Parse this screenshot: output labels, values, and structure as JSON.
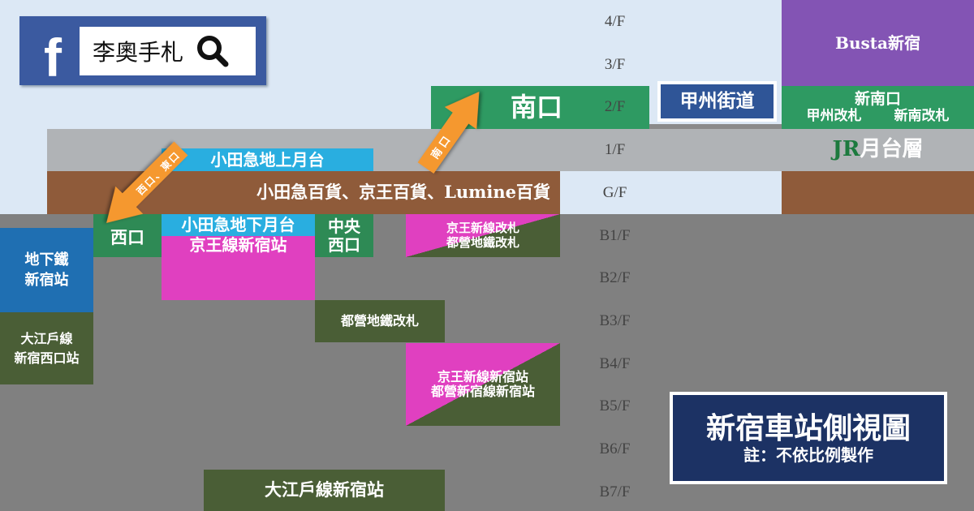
{
  "logo": {
    "search_text": "李奧手札",
    "icons": [
      "facebook-icon",
      "search-icon"
    ]
  },
  "floors": [
    "4/F",
    "3/F",
    "2/F",
    "1/F",
    "G/F",
    "B1/F",
    "B2/F",
    "B3/F",
    "B4/F",
    "B5/F",
    "B6/F",
    "B7/F"
  ],
  "blocks": {
    "south_exit": "南口",
    "koshu_kaido": "甲州街道",
    "busta": "Busta新宿",
    "new_south_exit": "新南口",
    "koshu_gate": "甲州改札",
    "new_south_gate": "新南改札",
    "jr_prefix": "JR",
    "jr_platform": "月台層",
    "odakyu_ground_platform": "小田急地上月台",
    "departments": "小田急百貨、京王百貨、Lumine百貨",
    "west_exit": "西口",
    "odakyu_underground_platform": "小田急地下月台",
    "keio_station": "京王線新宿站",
    "central_west_exit_1": "中央",
    "central_west_exit_2": "西口",
    "keio_new_gate": "京王新線改札",
    "toei_gate": "都營地鐵改札",
    "subway_1": "地下鐵",
    "subway_2": "新宿站",
    "oedo_west_1": "大江戶線",
    "oedo_west_2": "新宿西口站",
    "toei_gate_b3": "都營地鐵改札",
    "keio_new_station": "京王新線新宿站",
    "toei_shinjuku_station": "都營新宿線新宿站",
    "oedo_station": "大江戶線新宿站"
  },
  "arrows": {
    "west_east": "西口、東口",
    "south": "南口"
  },
  "legend": {
    "title": "新宿車站側視圖",
    "note": "註：不依比例製作"
  },
  "colors": {
    "green": "#2e9a62",
    "brown": "#8f5b3a",
    "cyan": "#29aee0",
    "magenta": "#e040c0",
    "olive": "#4a5e36",
    "purple": "#8354b4",
    "navy": "#1c3264",
    "orange": "#f5982f"
  }
}
